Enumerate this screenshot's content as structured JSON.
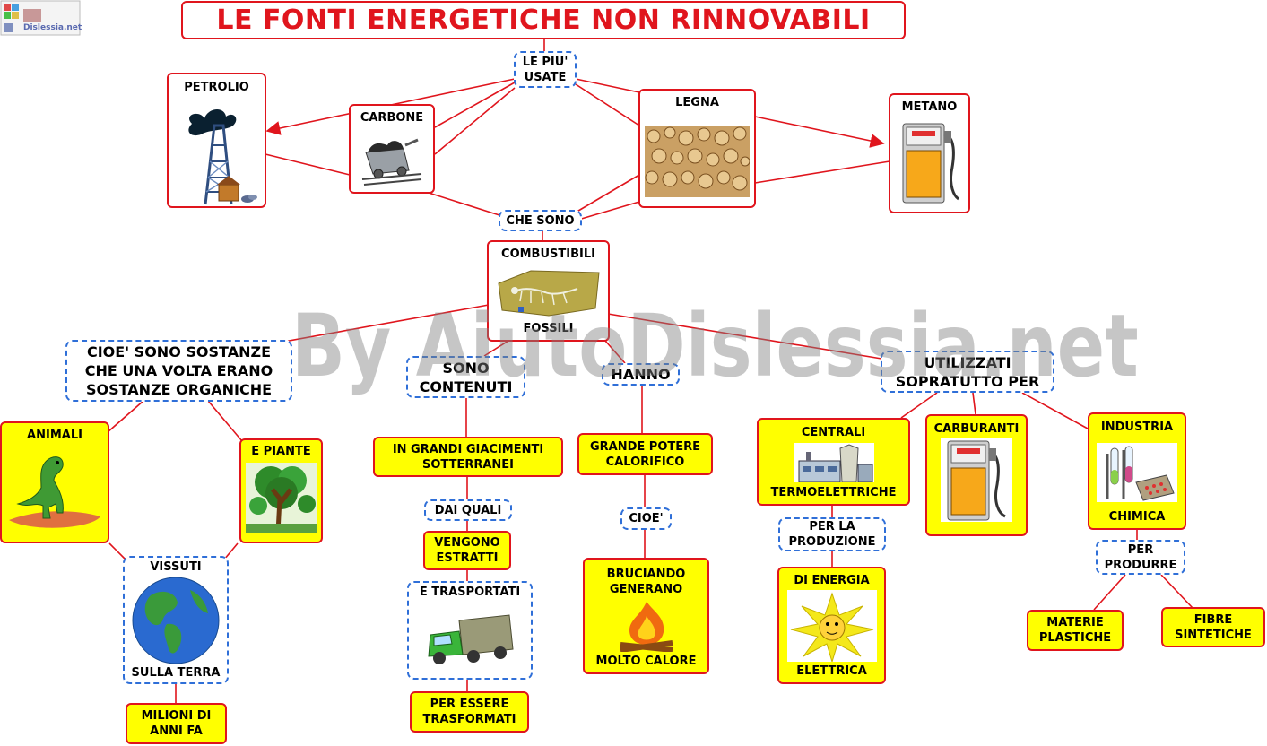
{
  "title": "LE FONTI ENERGETICHE NON RINNOVABILI",
  "watermark": "By AiutoDislessia.net",
  "logo_text": "Dislessia.net",
  "nodes": {
    "le_piu_usate": "LE PIU' USATE",
    "petrolio": "PETROLIO",
    "carbone": "CARBONE",
    "legna": "LEGNA",
    "metano": "METANO",
    "che_sono": "CHE SONO",
    "combustibili": "COMBUSTIBILI",
    "fossili": "FOSSILI",
    "cioe_sostanze": "CIOE' SONO SOSTANZE CHE UNA VOLTA ERANO SOSTANZE ORGANICHE",
    "sono_contenuti": "SONO CONTENUTI",
    "hanno": "HANNO",
    "utilizzati": "UTILIZZATI SOPRATUTTO PER",
    "animali": "ANIMALI",
    "e_piante": "E PIANTE",
    "vissuti": "VISSUTI",
    "sulla_terra": "SULLA TERRA",
    "milioni": "MILIONI DI ANNI FA",
    "giacimenti": "IN GRANDI GIACIMENTI SOTTERRANEI",
    "dai_quali": "DAI QUALI",
    "vengono_estratti": "VENGONO ESTRATTI",
    "e_trasportati": "E TRASPORTATI",
    "per_essere": "PER ESSERE TRASFORMATI",
    "potere": "GRANDE POTERE CALORIFICO",
    "cioe": "CIOE'",
    "bruciando": "BRUCIANDO GENERANO",
    "molto_calore": "MOLTO CALORE",
    "centrali": "CENTRALI",
    "termoelettriche": "TERMOELETTRICHE",
    "per_la_produzione": "PER LA PRODUZIONE",
    "di_energia": "DI ENERGIA",
    "elettrica": "ELETTRICA",
    "carburanti": "CARBURANTI",
    "industria": "INDUSTRIA",
    "chimica": "CHIMICA",
    "per_produrre": "PER PRODURRE",
    "materie_plastiche": "MATERIE PLASTICHE",
    "fibre_sintetiche": "FIBRE SINTETICHE"
  },
  "colors": {
    "title_text": "#e0151d",
    "red_border": "#e0151d",
    "dashed_border": "#2f6fd8",
    "yellow_fill": "#ffff00",
    "line": "#e0151d"
  },
  "icons": [
    "oil-derrick-icon",
    "coal-cart-icon",
    "wood-logs-icon",
    "gas-pump-icon",
    "fossil-icon",
    "dinosaur-icon",
    "tree-icon",
    "earth-globe-icon",
    "truck-icon",
    "fire-icon",
    "power-plant-icon",
    "electricity-icon",
    "lab-equipment-icon"
  ]
}
